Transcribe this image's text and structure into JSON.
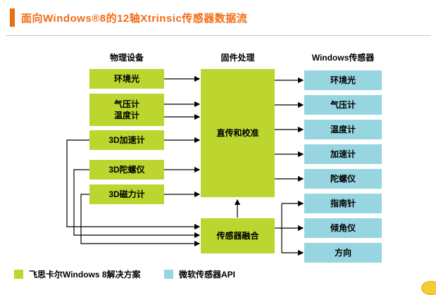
{
  "title": "面向Windows®8的12轴Xtrinsic传感器数据流",
  "columns": {
    "physical": "物理设备",
    "firmware": "固件处理",
    "windows": "Windows传感器"
  },
  "physical": [
    "环境光",
    "气压计\n温度计",
    "3D加速计",
    "3D陀螺仪",
    "3D磁力计"
  ],
  "firmware": [
    "直传和校准",
    "传感器融合"
  ],
  "windows": [
    "环境光",
    "气压计",
    "温度计",
    "加速计",
    "陀螺仪",
    "指南针",
    "倾角仪",
    "方向"
  ],
  "legend": [
    {
      "label": "飞思卡尔Windows 8解决方案",
      "color": "#BDD62F"
    },
    {
      "label": "微软传感器API",
      "color": "#97D5E0"
    }
  ],
  "colors": {
    "title_orange": "#F26C15",
    "accent_bar_orange": "#E87011",
    "solution_green": "#BDD62F",
    "api_cyan": "#97D5E0"
  }
}
